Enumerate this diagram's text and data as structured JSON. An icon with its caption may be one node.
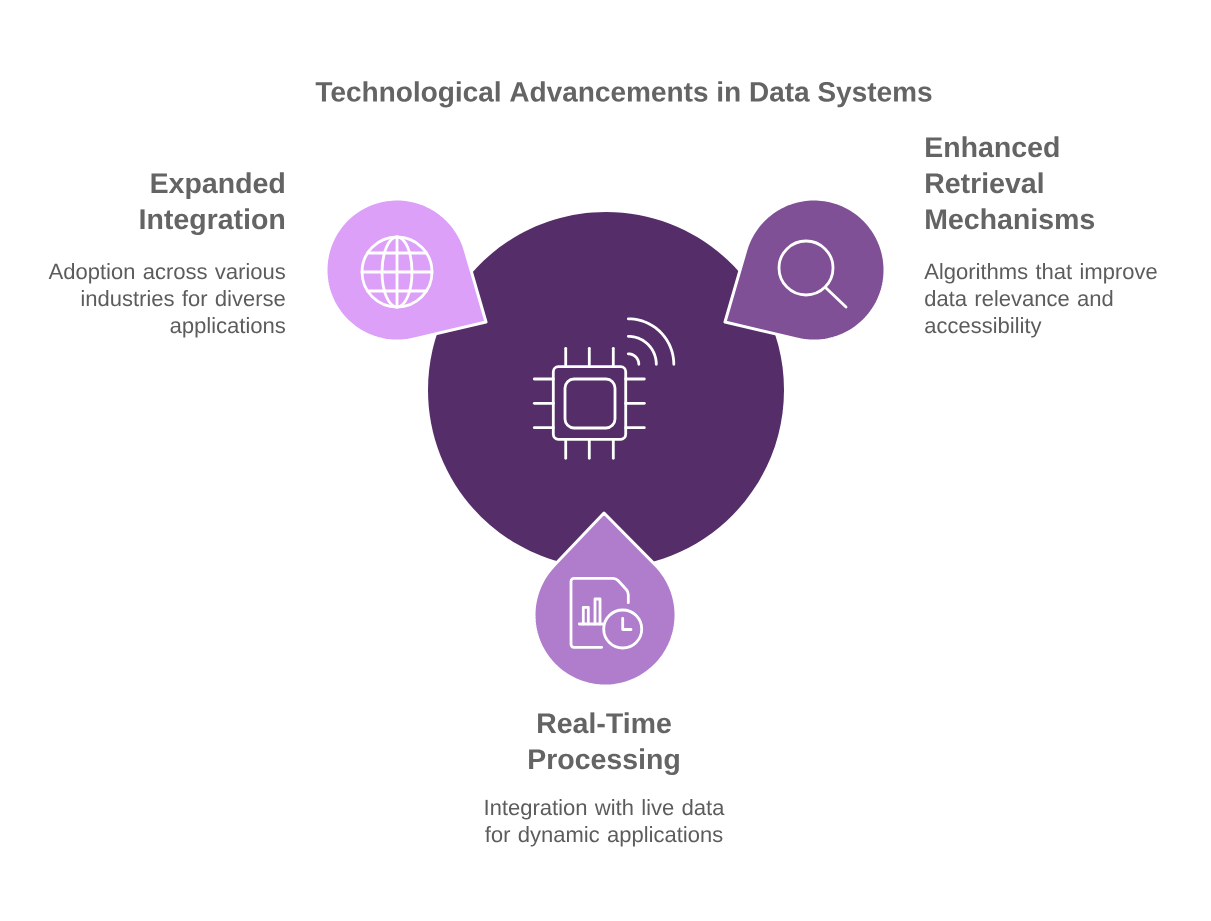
{
  "diagram": {
    "title": "Technological Advancements in Data Systems",
    "nodes": [
      {
        "text": [],
        "shape": "circle"
      },
      {
        "text": [
          "Expanded Integration",
          "Adoption across various industries for diverse applications"
        ]
      },
      {
        "text": [
          "Enhanced Retrieval Mechanisms",
          "Algorithms that improve data relevance and accessibility"
        ]
      },
      {
        "text": [
          "Real-Time Processing",
          "Integration with live data for dynamic applications"
        ]
      }
    ]
  }
}
